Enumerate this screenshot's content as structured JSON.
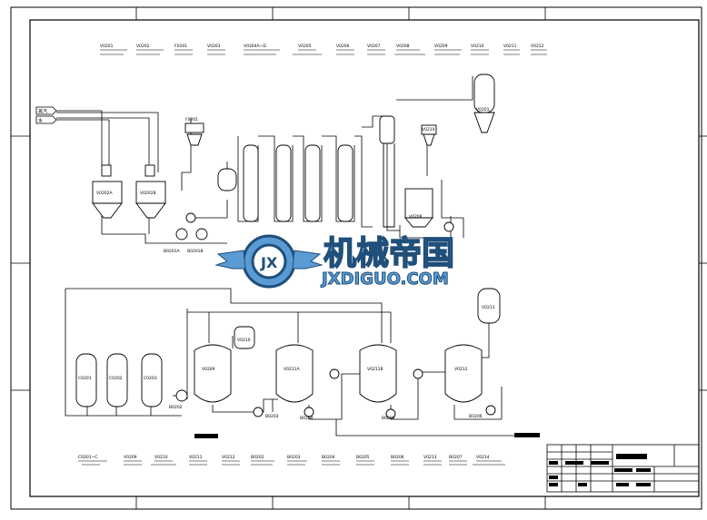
{
  "inlets": {
    "top": "蒸汽",
    "bottom": "水"
  },
  "header_tags": [
    "V0201",
    "V0202",
    "F0201",
    "V0203",
    "V0204A~D",
    "V0205",
    "V0206",
    "V0207",
    "V0208",
    "V0209",
    "V0210",
    "V0211",
    "V0212"
  ],
  "top_vessels": {
    "tank_a": "V0202A",
    "tank_b": "V0202B",
    "filter": "F0201",
    "tank_right": "V0208",
    "silo": "V0201",
    "silo_small": "V0210"
  },
  "top_pumps": {
    "p1": "B0201A",
    "p2": "B0201B"
  },
  "bottom_vessels": {
    "col1": "C0201",
    "col2": "C0202",
    "col3": "C0203",
    "r1": "V0209",
    "r1_small": "V0210",
    "r2": "V0211A",
    "r3": "V0211B",
    "r4": "V0212",
    "r4_small": "V0213"
  },
  "bottom_pumps": {
    "p1": "B0202",
    "p2": "B0203",
    "p3": "B0204",
    "p4": "B0205",
    "p5": "B0206"
  },
  "footer_tags": [
    "C0201~C",
    "V0209",
    "V0210",
    "V0211",
    "V0212",
    "B0202",
    "B0203",
    "B0204",
    "B0205",
    "B0206",
    "V0213",
    "B0207",
    "V0214"
  ],
  "watermark": {
    "cn": "机械帝国",
    "en": "JXDIGUO.COM"
  },
  "colors": {
    "line": "#000000",
    "watermark_dark": "#1f4f7a",
    "watermark_light": "#5a9bd4"
  }
}
